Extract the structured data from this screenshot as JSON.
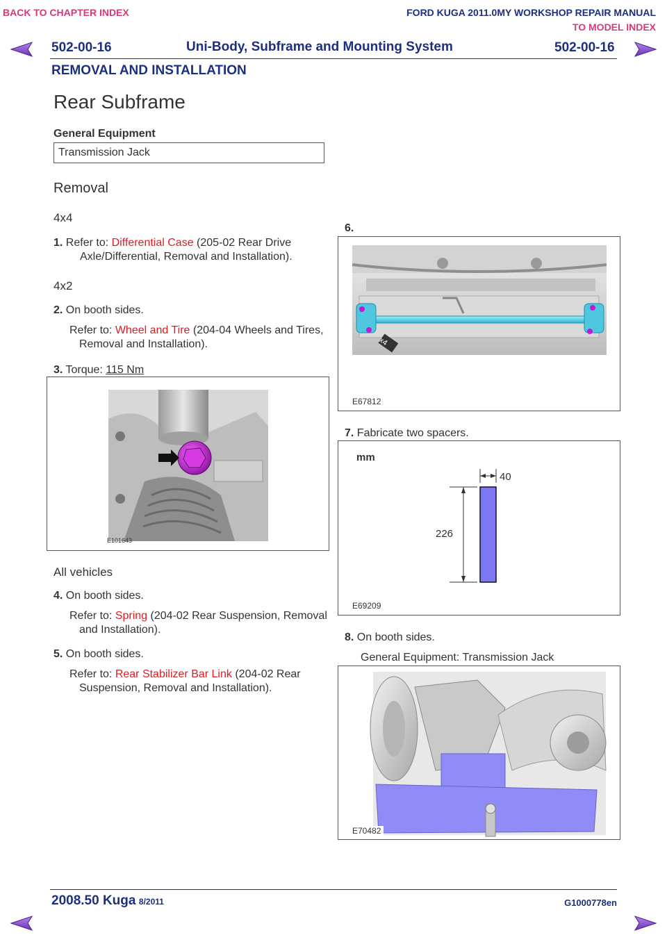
{
  "nav": {
    "back_chapter": "BACK TO CHAPTER INDEX",
    "to_model": "TO MODEL INDEX",
    "manual_title": "FORD KUGA 2011.0MY WORKSHOP REPAIR MANUAL"
  },
  "header": {
    "code_left": "502-00-16",
    "code_right": "502-00-16",
    "title": "Uni-Body, Subframe and Mounting System",
    "section": "REMOVAL AND INSTALLATION"
  },
  "doc": {
    "title": "Rear Subframe",
    "general_equipment_label": "General Equipment",
    "general_equipment_item": "Transmission Jack",
    "removal": "Removal",
    "sub_4x4": "4x4",
    "sub_4x2": "4x2",
    "sub_all": "All vehicles"
  },
  "steps": {
    "s1": {
      "num": "1.",
      "prefix": "Refer to: ",
      "link": "Differential Case",
      "rest": " (205-02 Rear Drive Axle/Differential, Removal and Installation)."
    },
    "s2": {
      "num": "2.",
      "text": "On booth sides.",
      "prefix": "Refer to: ",
      "link": "Wheel and Tire",
      "rest": " (204-04 Wheels and Tires, Removal and Installation)."
    },
    "s3": {
      "num": "3.",
      "prefix": "Torque: ",
      "value": "115 Nm"
    },
    "s4": {
      "num": "4.",
      "text": "On booth sides.",
      "prefix": "Refer to: ",
      "link": "Spring",
      "rest": " (204-02 Rear Suspension, Removal and Installation)."
    },
    "s5": {
      "num": "5.",
      "text": "On booth sides.",
      "prefix": "Refer to: ",
      "link": "Rear Stabilizer Bar Link",
      "rest": " (204-02 Rear Suspension, Removal and Installation)."
    },
    "s6": {
      "num": "6."
    },
    "s7": {
      "num": "7.",
      "text": "Fabricate two spacers."
    },
    "s8": {
      "num": "8.",
      "text": "On booth sides.",
      "equip": "General Equipment: Transmission Jack"
    }
  },
  "figures": {
    "f1": "E101643",
    "f2": "E67812",
    "f2_tag": "x4",
    "f3": "E69209",
    "f3_unit": "mm",
    "f3_width": "40",
    "f3_height": "226",
    "f4": "E70482"
  },
  "footer": {
    "model": "2008.50 Kuga",
    "date": "8/2011",
    "doc_id": "G1000778en"
  },
  "colors": {
    "nav_pink": "#d23a7a",
    "header_blue": "#1c2f80",
    "link_red": "#e11b22",
    "spacer_blue": "#7b78f2",
    "bolt_magenta": "#c21ad2"
  }
}
